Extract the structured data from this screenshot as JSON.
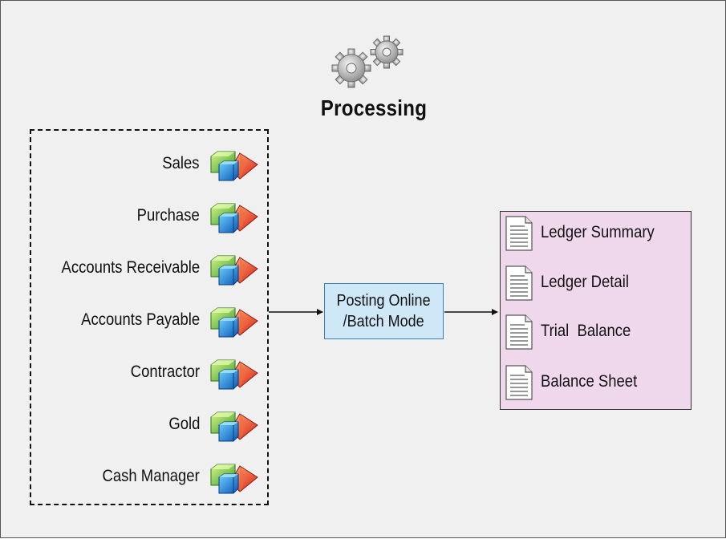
{
  "diagram": {
    "title": "Processing",
    "modules": [
      {
        "label": "Sales"
      },
      {
        "label": "Purchase"
      },
      {
        "label": "Accounts Receivable"
      },
      {
        "label": "Accounts Payable"
      },
      {
        "label": "Contractor"
      },
      {
        "label": "Gold"
      },
      {
        "label": "Cash Manager"
      }
    ],
    "process": {
      "line1": "Posting Online",
      "line2": "/Batch Mode"
    },
    "reports": [
      {
        "label": "Ledger Summary"
      },
      {
        "label": "Ledger Detail"
      },
      {
        "label": "Trial  Balance"
      },
      {
        "label": "Balance Sheet"
      }
    ]
  },
  "icons": {
    "title_icon": "gears-icon",
    "module_icon": "modules-cubes-icon",
    "report_icon": "document-icon"
  },
  "colors": {
    "background": "#f0f0f0",
    "process_fill": "#cfe8f8",
    "process_border": "#3a7fb8",
    "reports_fill": "#f0d8ec"
  }
}
